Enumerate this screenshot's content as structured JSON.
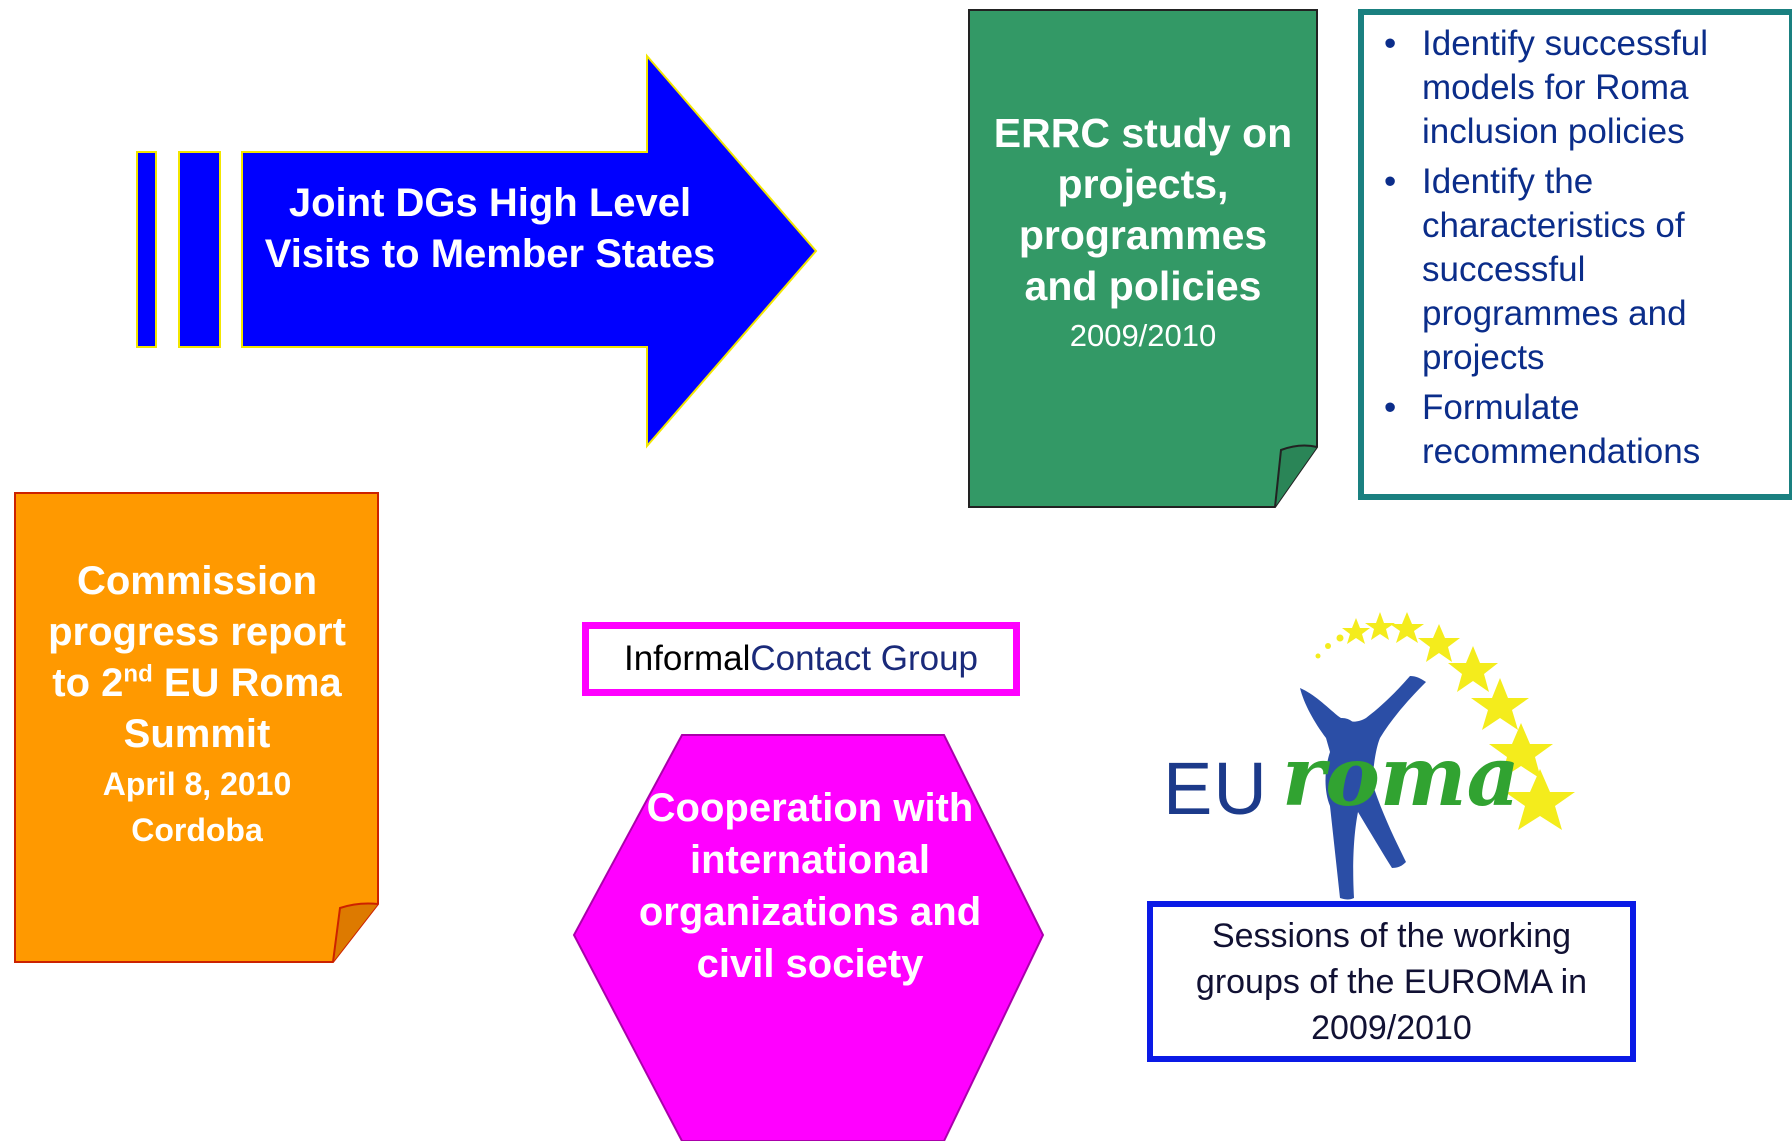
{
  "arrow": {
    "label": "Joint DGs High Level Visits to Member States",
    "fill_color": "#0000ff",
    "outline_color": "#f2e600"
  },
  "errc": {
    "title": "ERRC study on projects, programmes and policies",
    "date": "2009/2010",
    "fill_color": "#339966"
  },
  "goals": {
    "bullet_glyph": "•",
    "items": [
      "Identify successful models for Roma inclusion policies",
      "Identify the characteristics of successful programmes and projects",
      "Formulate recommendations"
    ],
    "border_color": "#1a8080"
  },
  "report": {
    "title_before": "Commission progress report to 2",
    "title_sup": "nd",
    "title_after": " EU Roma Summit",
    "date": "April 8, 2010",
    "place": "Cordoba",
    "fill_color": "#ff9900"
  },
  "contact_group": {
    "label_a": "Informal ",
    "label_b": "Contact Group",
    "border_color": "#ff00ff"
  },
  "cooperation": {
    "label": "Cooperation with international organizations and civil society",
    "fill_color": "#ff00ff"
  },
  "euroma_logo": {
    "text_eu": "EU",
    "text_roma": "roma",
    "icons": [
      "dancing-figure-icon",
      "star-icon"
    ]
  },
  "sessions": {
    "label": "Sessions of the working groups of the EUROMA in 2009/2010",
    "border_color": "#0a1ae6"
  }
}
